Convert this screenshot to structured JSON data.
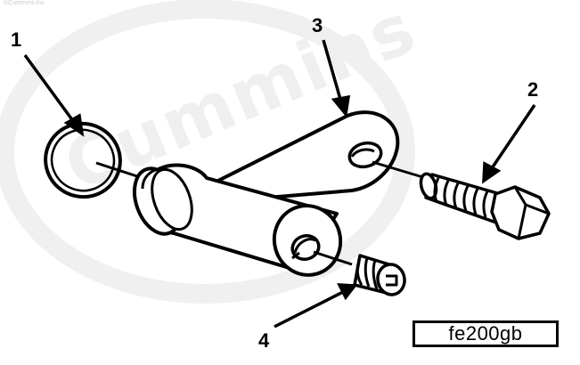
{
  "copyright": "©Cummins Inc",
  "watermark": "Cummins",
  "figure_id": "fe200gb",
  "callouts": [
    {
      "number": "1",
      "part": "o-ring"
    },
    {
      "number": "2",
      "part": "capscrew"
    },
    {
      "number": "3",
      "part": "tensioner-arm"
    },
    {
      "number": "4",
      "part": "set-screw"
    }
  ],
  "colors": {
    "line": "#000000",
    "watermark": "#efefef",
    "background": "#ffffff"
  }
}
